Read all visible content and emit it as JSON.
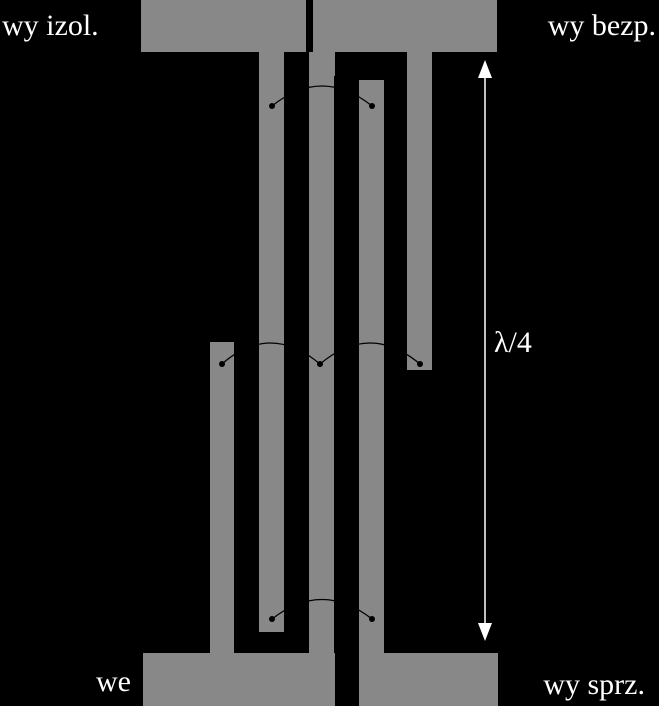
{
  "colors": {
    "background": "#000000",
    "trace": "#888888",
    "text": "#ffffff",
    "bondwire": "#000000"
  },
  "labels": {
    "isolated_output": "wy izol.",
    "direct_output": "wy bezp.",
    "input": "we",
    "coupled_output": "wy sprz.",
    "length": "λ/4"
  }
}
